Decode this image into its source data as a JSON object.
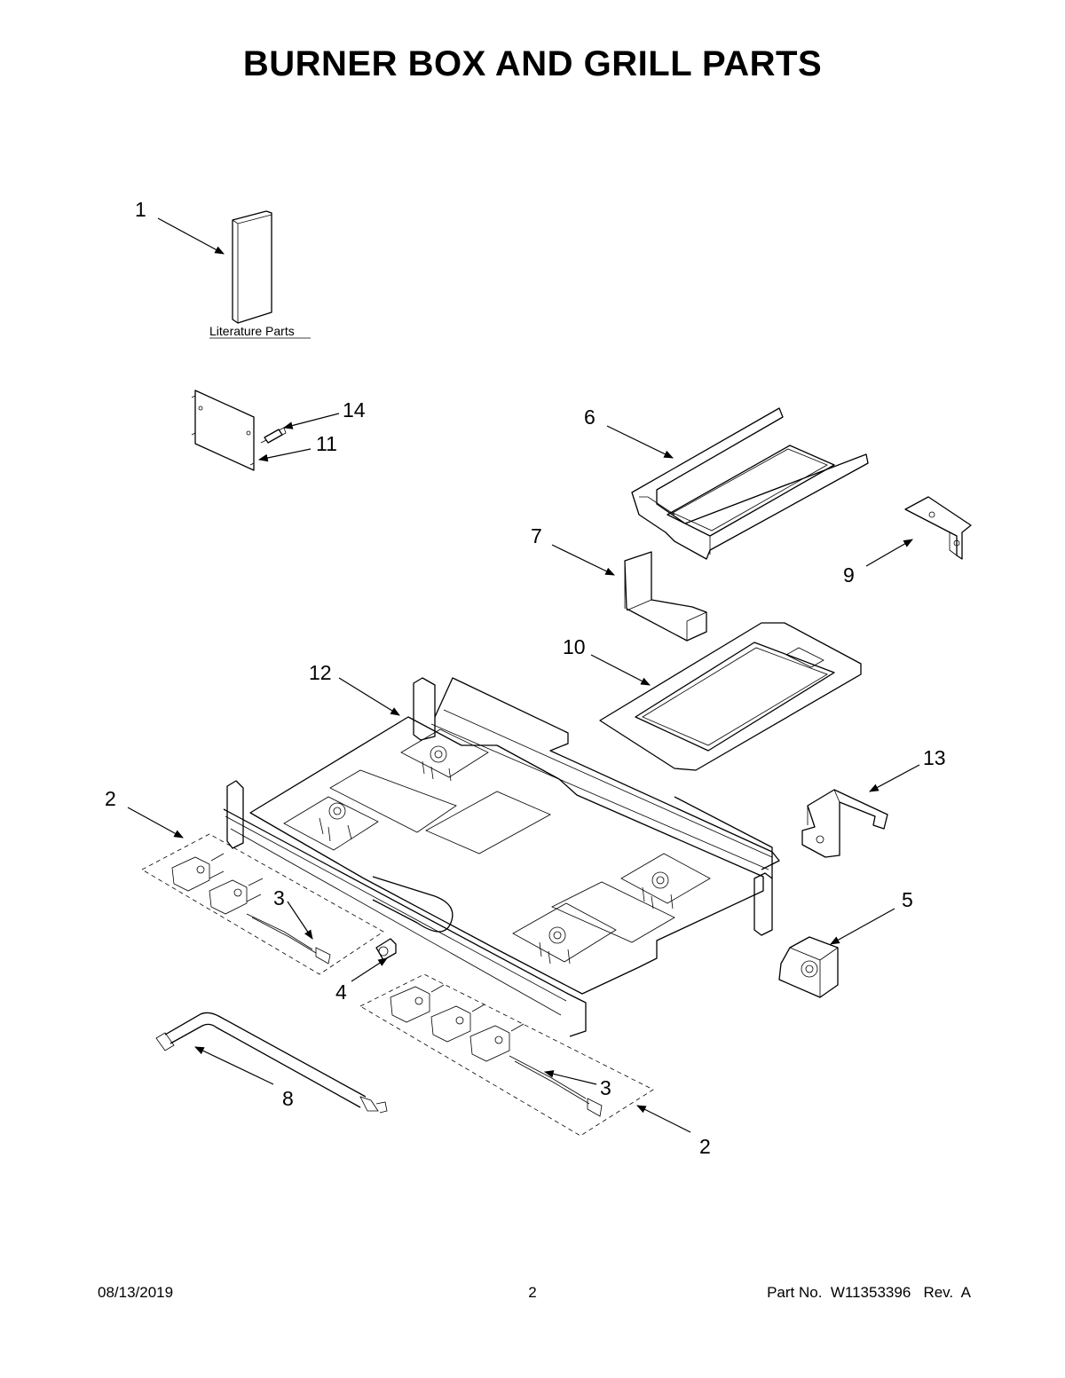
{
  "page": {
    "title": "BURNER BOX AND GRILL PARTS"
  },
  "callouts": [
    {
      "id": "c1",
      "label": "1"
    },
    {
      "id": "c14",
      "label": "14"
    },
    {
      "id": "c11",
      "label": "11"
    },
    {
      "id": "c6",
      "label": "6"
    },
    {
      "id": "c7",
      "label": "7"
    },
    {
      "id": "c9",
      "label": "9"
    },
    {
      "id": "c10",
      "label": "10"
    },
    {
      "id": "c12",
      "label": "12"
    },
    {
      "id": "c13",
      "label": "13"
    },
    {
      "id": "c2a",
      "label": "2"
    },
    {
      "id": "c3a",
      "label": "3"
    },
    {
      "id": "c5",
      "label": "5"
    },
    {
      "id": "c4",
      "label": "4"
    },
    {
      "id": "c3b",
      "label": "3"
    },
    {
      "id": "c8",
      "label": "8"
    },
    {
      "id": "c2b",
      "label": "2"
    }
  ],
  "literature": {
    "label": "Literature Parts"
  },
  "footer": {
    "date": "08/13/2019",
    "page_number": "2",
    "part_number": "Part No.  W11353396   Rev.  A"
  }
}
